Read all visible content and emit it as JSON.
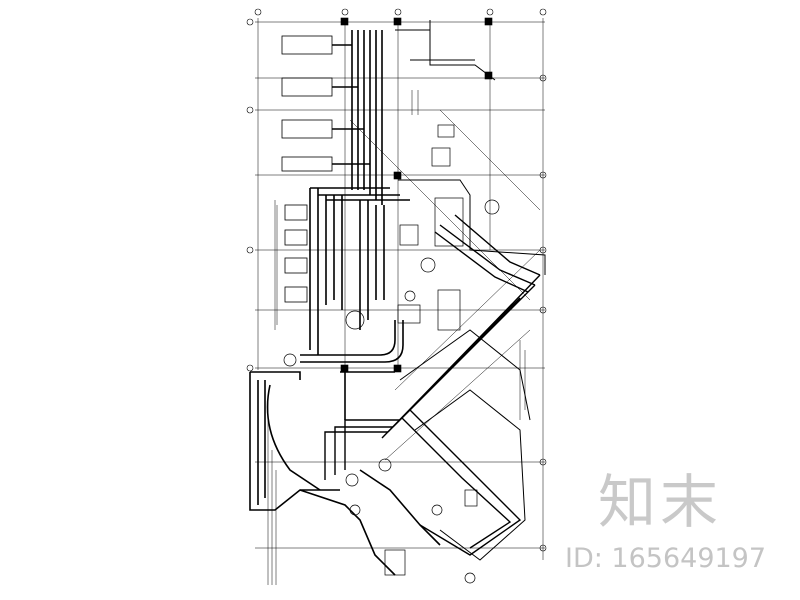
{
  "drawing": {
    "type": "hvac-pipe-plan",
    "line_color": "#000000",
    "background": "#ffffff"
  },
  "watermark": {
    "logo_text": "知末",
    "id_text": "ID: 165649197",
    "color": "#c8c8c8"
  }
}
